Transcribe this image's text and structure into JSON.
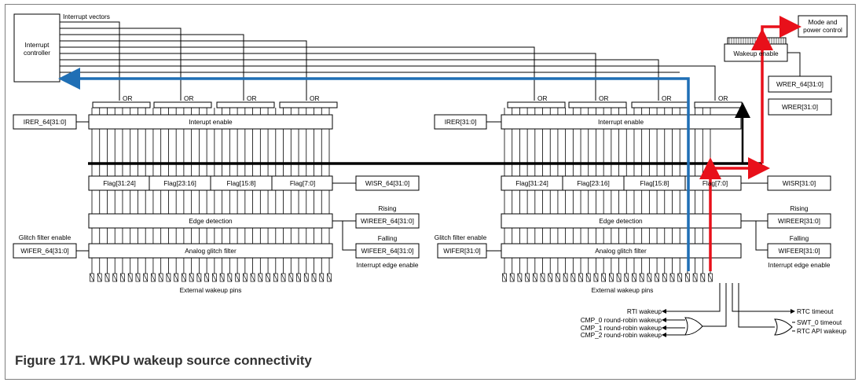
{
  "caption": "Figure 171.  WKPU wakeup source connectivity",
  "colors": {
    "signal_blue": "#1f6fb5",
    "signal_red": "#e8101a",
    "line": "#000000",
    "frame": "#7f7f7f"
  },
  "labels": {
    "interrupt_vectors": "Interrupt vectors",
    "interrupt_controller_1": "Interrupt",
    "interrupt_controller_2": "controller",
    "mode_power_1": "Mode and",
    "mode_power_2": "power control",
    "wakeup_enable": "Wakeup enable",
    "or": "OR",
    "rti_wakeup": "RTI wakeup",
    "cmp0": "CMP_0 round-robin wakeup",
    "cmp1": "CMP_1 round-robin wakeup",
    "cmp2": "CMP_2 round-robin wakeup",
    "rtc_timeout": "RTC timeout",
    "swt0": "SWT_0 timeout",
    "rtc_api": "RTC API wakeup"
  },
  "left": {
    "irer": "IRER_64[31:0]",
    "interrupt_enable": "Interupt enable",
    "flags": [
      "Flag[31:24]",
      "Flag[23:16]",
      "Flag[15:8]",
      "Flag[7:0]"
    ],
    "wisr": "WISR_64[31:0]",
    "edge_detection": "Edge detection",
    "rising": "Rising",
    "wireer": "WIREER_64[31:0]",
    "falling": "Falling",
    "wifeer": "WIFEER_64[31:0]",
    "glitch_enable": "Glitch filter enable",
    "wifer": "WIFER_64[31:0]",
    "analog_glitch": "Analog glitch filter",
    "int_edge_enable": "Interrupt edge enable",
    "ext_pins": "External wakeup pins"
  },
  "right": {
    "irer": "IRER[31:0]",
    "interrupt_enable": "Interrupt enable",
    "flags": [
      "Flag[31:24]",
      "Flag[23:16]",
      "Flag[15:8]",
      "Flag[7:0]"
    ],
    "wisr": "WISR[31:0]",
    "edge_detection": "Edge detection",
    "rising": "Rising",
    "wireer": "WIREER[31:0]",
    "falling": "Falling",
    "wifeer": "WIFEER[31:0]",
    "glitch_enable": "Glitch filter enable",
    "wifer": "WIFER[31:0]",
    "analog_glitch": "Analog glitch filter",
    "int_edge_enable": "Interrupt edge enable",
    "ext_pins": "External wakeup pins",
    "wrer64": "WRER_64[31:0]",
    "wrer": "WRER[31:0]"
  }
}
